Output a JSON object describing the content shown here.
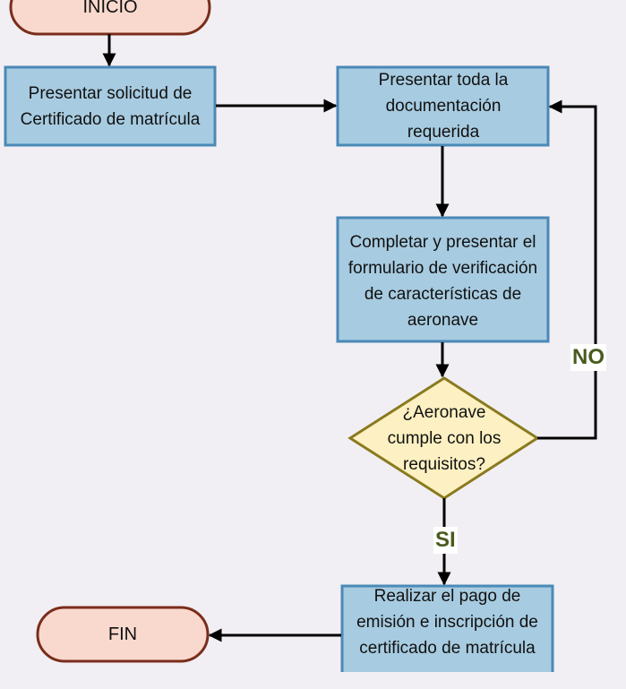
{
  "nodes": {
    "inicio": "INICIO",
    "presentar_solicitud": "Presentar solicitud de Certificado de matrícula",
    "presentar_documentacion": "Presentar toda la documentación requerida",
    "completar_formulario": "Completar y presentar el formulario de verificación de características de aeronave",
    "decision": "¿Aeronave cumple con los requisitos?",
    "realizar_pago": "Realizar el pago de emisión e inscripción de certificado de matrícula",
    "fin": "FIN"
  },
  "edges": {
    "no_label": "NO",
    "si_label": "SI"
  },
  "colors": {
    "terminal_fill": "#f9d9cd",
    "terminal_stroke": "#7a2d1c",
    "process_fill": "#a7cbe0",
    "process_stroke": "#4a89b8",
    "decision_fill": "#fdf0c2",
    "decision_stroke": "#8a7a1e",
    "connector": "#000000",
    "label_text": "#4a5a1e"
  }
}
